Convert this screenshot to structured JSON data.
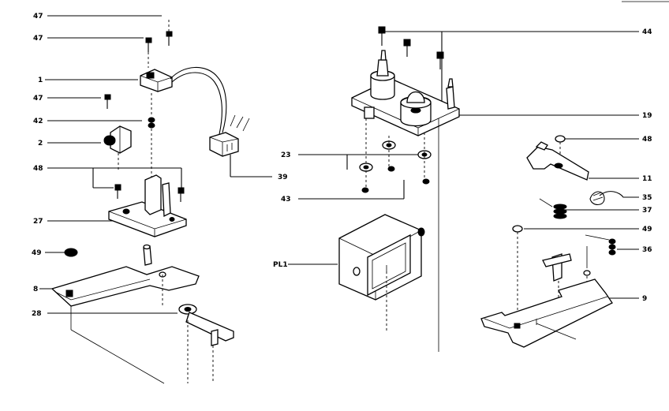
{
  "callouts": {
    "c47a": "47",
    "c47b": "47",
    "c1": "1",
    "c47c": "47",
    "c42": "42",
    "c2": "2",
    "c48": "48",
    "c27": "27",
    "c49": "49",
    "c8": "8",
    "c28": "28",
    "c44": "44",
    "c19": "19",
    "c23": "23",
    "c43": "43",
    "c39": "39",
    "pl1": "PL1",
    "c48r": "48",
    "c11": "11",
    "c35": "35",
    "c37": "37",
    "c49r": "49",
    "c36": "36",
    "c9": "9"
  }
}
